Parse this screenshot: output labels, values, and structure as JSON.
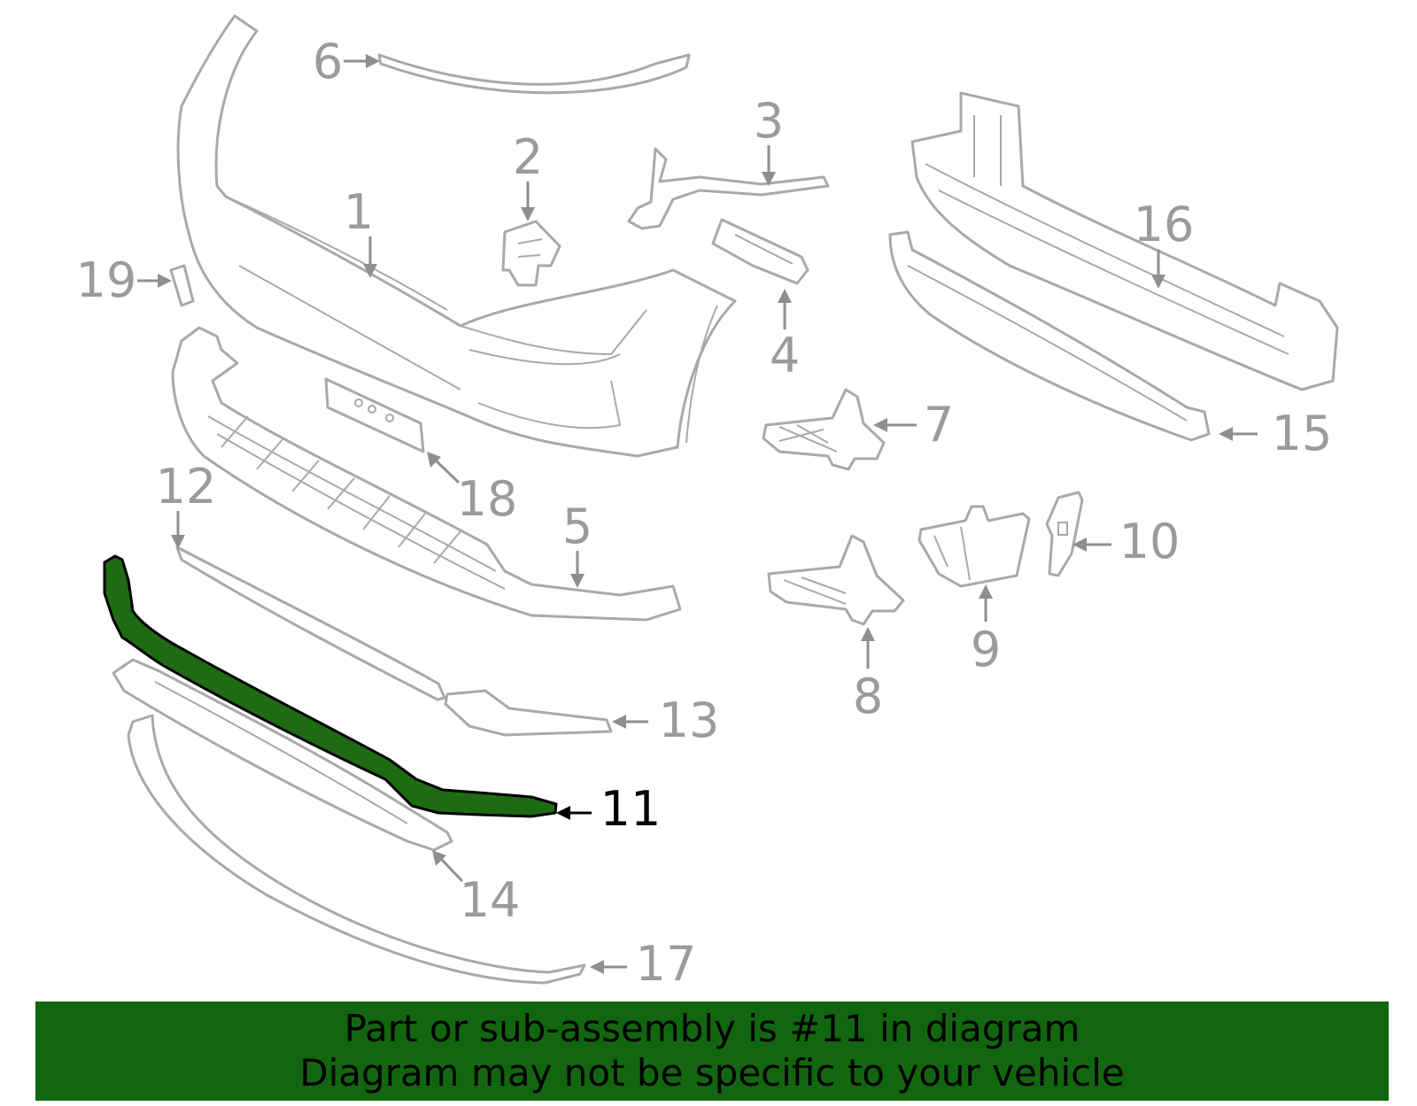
{
  "diagram": {
    "highlighted_part": "11",
    "highlight_color": "#1e6b14",
    "callouts": [
      "1",
      "2",
      "3",
      "4",
      "5",
      "6",
      "7",
      "8",
      "9",
      "10",
      "11",
      "12",
      "13",
      "14",
      "15",
      "16",
      "17",
      "18",
      "19"
    ]
  },
  "banner": {
    "line1": "Part or sub-assembly is #11 in diagram",
    "line2": "Diagram may not be specific to your vehicle",
    "background": "#136610"
  }
}
